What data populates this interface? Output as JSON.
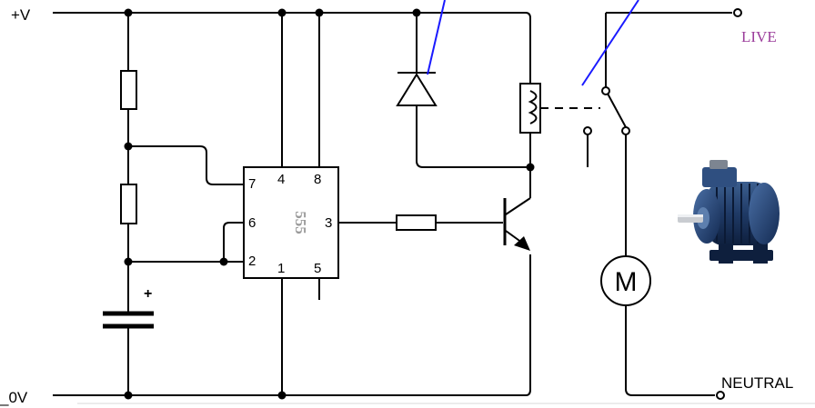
{
  "rails": {
    "positive": "+V",
    "ground": "_0V"
  },
  "ic": {
    "name": "555",
    "pins": {
      "p7": "7",
      "p6": "6",
      "p2": "2",
      "p4": "4",
      "p8": "8",
      "p3": "3",
      "p1": "1",
      "p5": "5"
    }
  },
  "capacitor": {
    "polarity": "+"
  },
  "terminals": {
    "live": "LIVE",
    "neutral": "NEUTRAL"
  },
  "motor": {
    "symbol": "M"
  },
  "colors": {
    "wire": "#000000",
    "annotation_line": "#1a1aff",
    "live_label": "#9b3d9b"
  }
}
